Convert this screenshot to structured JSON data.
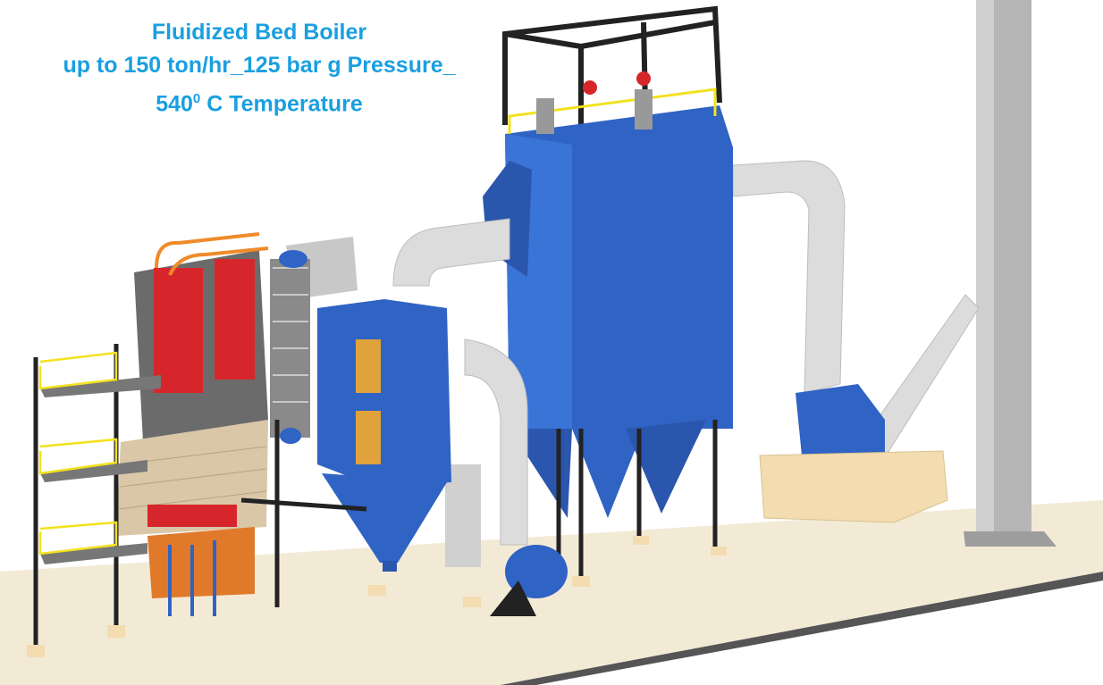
{
  "title": {
    "line1": "Fluidized Bed Boiler",
    "line2": "up to 150 ton/hr_125 bar g Pressure_",
    "line3_value": "540",
    "line3_sup": "0",
    "line3_rest": " C Temperature"
  },
  "colors": {
    "title": "#1a9fe0",
    "equipment_blue": "#2f63c4",
    "duct_gray": "#d8d8d8",
    "boiler_gray": "#6b6b6b",
    "tube_red": "#d7262b",
    "floor": "#f3ead6"
  }
}
